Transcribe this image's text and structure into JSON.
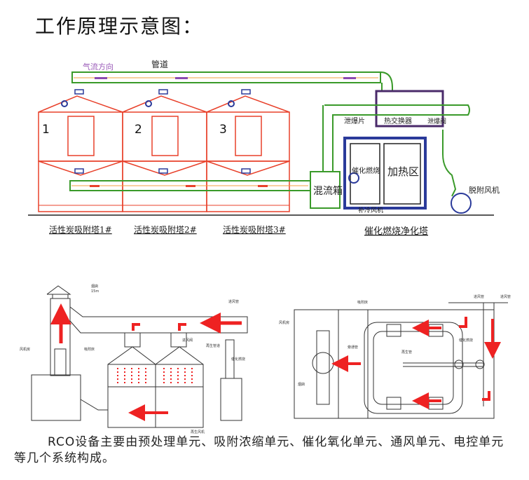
{
  "title": "工作原理示意图：",
  "top_diagram": {
    "pipe_label": "管道",
    "airflow_label": "气流方向",
    "tower_numbers": [
      "1",
      "2",
      "3"
    ],
    "tower_labels": [
      "活性炭吸附塔1#",
      "活性炭吸附塔2#",
      "活性炭吸附塔3#"
    ],
    "mixing_box": "混流箱",
    "catalytic_burn": "催化燃烧",
    "heating_zone": "加热区",
    "explosion_vent": "泄爆片",
    "heat_exchanger": "热交换器",
    "explosion_valve": "泄爆阀",
    "desorption_fan": "脱附风机",
    "cooling_fan": "补冷风机",
    "purifier_label": "催化燃烧净化塔"
  },
  "bottom_left_diagram": {
    "chimney": "烟囱",
    "chimney_height": "15m",
    "inlet_duct": "进风管",
    "fan_room": "风机房",
    "inlet_valve": "进风阀",
    "adsorption_bed": "吸附床",
    "regen_duct": "再生管道",
    "catalytic_burn": "催化燃烧",
    "regen_fan": "再生风机"
  },
  "bottom_right_diagram": {
    "adsorption_bed": "吸附床",
    "inlet_duct_1": "进风管",
    "inlet_duct_2": "进风管",
    "fan_room": "风机房",
    "bypass_duct": "旁通管",
    "regen_duct": "再生管",
    "catalytic_burn": "催化燃烧",
    "chimney": "烟囱"
  },
  "caption": "RCO设备主要由预处理单元、吸附浓缩单元、催化氧化单元、通风单元、电控单元等几个系统构成。",
  "colors": {
    "frame_red": "#e8402a",
    "pipe_green": "#3a9a2a",
    "pipe_orange": "#f0a040",
    "arrow_purple": "#8a4ab0",
    "blue": "#2a3a9a",
    "flow_red": "#ee2222",
    "line_gray": "#333333"
  }
}
